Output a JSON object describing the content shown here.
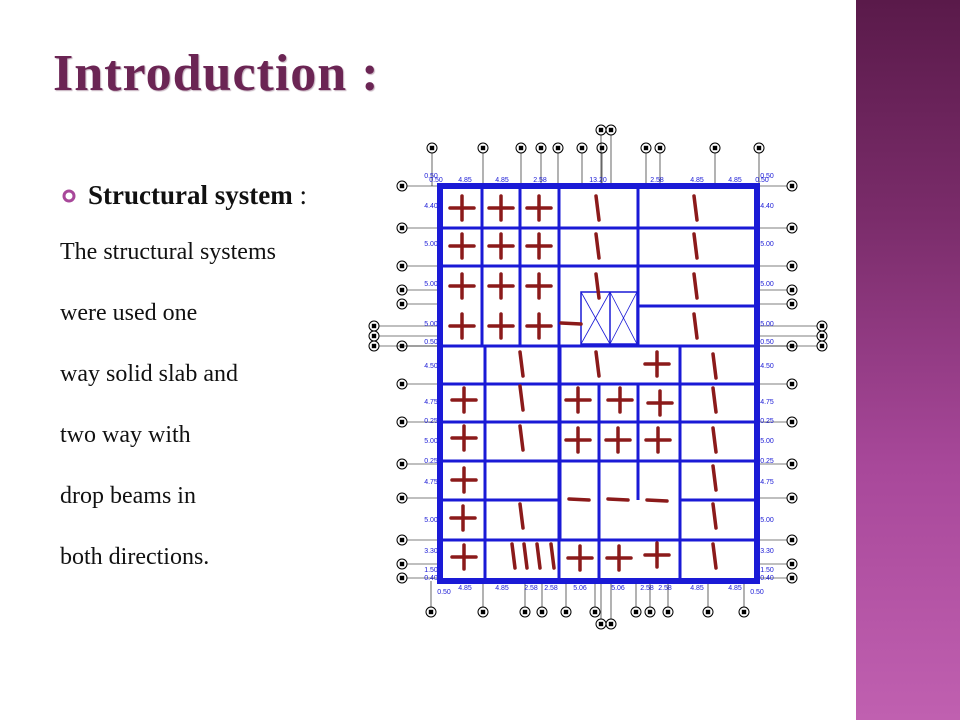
{
  "slide": {
    "title": "Introduction :",
    "bullet": {
      "label": "Structural  system",
      "suffix": " :"
    },
    "body_lines": [
      "The structural systems",
      " were used one",
      " way solid slab and",
      " two way with",
      " drop beams in",
      " both directions."
    ]
  },
  "drawing": {
    "top_dims": [
      "0.50",
      "4.85",
      "4.85",
      "2.58",
      "13.20",
      "2.58",
      "4.85",
      "4.85",
      "0.50"
    ],
    "bottom_dims": [
      "4.85",
      "4.85",
      "2.58",
      "2.58",
      "5.06",
      "5.06",
      "2.58",
      "2.58",
      "4.85",
      "4.85"
    ],
    "left_dims": [
      "0.50",
      "4.40",
      "5.00",
      "5.00",
      "5.00",
      "0.50",
      "4.50",
      "4.75",
      "0.25",
      "5.00",
      "0.25",
      "4.75",
      "5.00",
      "3.30",
      "1.50",
      "0.40"
    ],
    "right_dims": [
      "0.50",
      "4.40",
      "5.00",
      "5.00",
      "5.00",
      "0.50",
      "4.50",
      "4.75",
      "0.25",
      "5.00",
      "0.25",
      "4.75",
      "5.00",
      "3.30",
      "1.50",
      "0.40"
    ],
    "corner_labels": [
      "0.50",
      "0.50"
    ]
  },
  "colors": {
    "title": "#6b2554",
    "accent": "#a8489a",
    "beam": "#1a1ad6",
    "slab_symbol": "#8b1a1a",
    "band_top": "#5a1a4a",
    "band_bottom": "#c060b0"
  }
}
